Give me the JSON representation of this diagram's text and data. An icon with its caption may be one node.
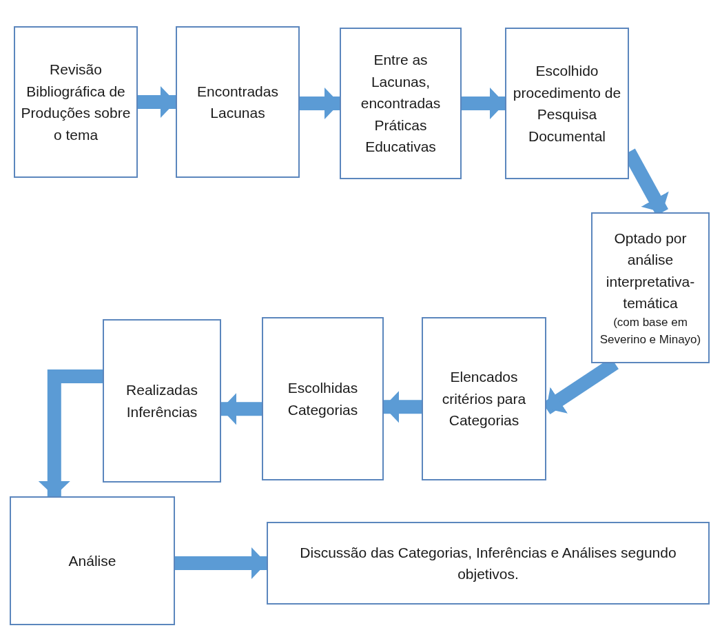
{
  "diagram": {
    "nodes": [
      {
        "text": [
          "Revisão Bibliográfica de Produções sobre o tema"
        ]
      },
      {
        "text": [
          "Encontradas Lacunas"
        ]
      },
      {
        "text": [
          "Entre as Lacunas, encontradas Práticas Educativas"
        ]
      },
      {
        "text": [
          "Escolhido procedimento de Pesquisa Documental"
        ]
      },
      {
        "text": [
          "Optado por análise interpretativa-temática",
          "(com base em Severino e Minayo)"
        ]
      },
      {
        "text": [
          "Elencados critérios para Categorias"
        ]
      },
      {
        "text": [
          "Escolhidas Categorias"
        ]
      },
      {
        "text": [
          "Realizadas Inferências"
        ]
      },
      {
        "text": [
          "Análise"
        ]
      },
      {
        "text": [
          "Discussão das Categorias, Inferências e Análises segundo objetivos."
        ]
      }
    ],
    "edges": [
      {
        "from": 0,
        "to": 1,
        "arrow": "to"
      },
      {
        "from": 1,
        "to": 2,
        "arrow": "to"
      },
      {
        "from": 2,
        "to": 3,
        "arrow": "to"
      },
      {
        "from": 3,
        "to": 4,
        "arrow": "to"
      },
      {
        "from": 4,
        "to": 5,
        "arrow": "to"
      },
      {
        "from": 5,
        "to": 6,
        "arrow": "to"
      },
      {
        "from": 6,
        "to": 7,
        "arrow": "to"
      },
      {
        "from": 7,
        "to": 8,
        "arrow": "to"
      },
      {
        "from": 8,
        "to": 9,
        "arrow": "to"
      }
    ]
  }
}
